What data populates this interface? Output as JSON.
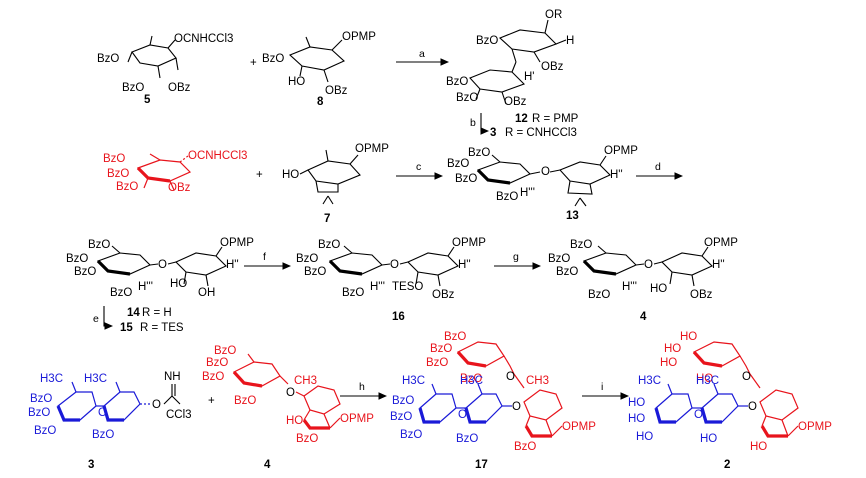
{
  "reactions": {
    "row1": {
      "plus": "+",
      "arrow_label": "a",
      "cmpd5": {
        "number": "5",
        "groups": [
          "OCNHCCl3",
          "BzO",
          "BzO",
          "OBz"
        ]
      },
      "cmpd8": {
        "number": "8",
        "groups": [
          "OPMP",
          "BzO",
          "HO",
          "OBz"
        ]
      },
      "cmpd12": {
        "groups": [
          "OR",
          "H",
          "BzO",
          "OBz",
          "H'",
          "BzO",
          "BzO",
          "OBz"
        ]
      },
      "step_b": {
        "label": "b",
        "line1_num": "12",
        "line1_text": "R = PMP",
        "line2_num": "3",
        "line2_text": "R = CNHCCl3"
      }
    },
    "row2": {
      "plus": "+",
      "arrow_c": "c",
      "arrow_d": "d",
      "red_donor": {
        "groups": [
          "BzO",
          "OCNHCCl3",
          "BzO",
          "BzO",
          "OBz"
        ]
      },
      "cmpd7": {
        "number": "7",
        "groups": [
          "OPMP",
          "HO"
        ]
      },
      "cmpd13": {
        "number": "13",
        "groups": [
          "BzO",
          "OPMP",
          "BzO",
          "O",
          "H''",
          "BzO",
          "BzO",
          "H'''"
        ]
      }
    },
    "row3": {
      "arrow_f": "f",
      "arrow_g": "g",
      "cmpd14": {
        "groups": [
          "BzO",
          "OPMP",
          "BzO",
          "O",
          "H''",
          "BzO",
          "HO",
          "BzO",
          "H'''",
          "OH"
        ]
      },
      "step_e": {
        "label": "e",
        "line1_num": "14",
        "line1_text": "R = H",
        "line2_num": "15",
        "line2_text": "R = TES"
      },
      "cmpd16": {
        "number": "16",
        "groups": [
          "BzO",
          "OPMP",
          "BzO",
          "O",
          "H''",
          "BzO",
          "BzO",
          "H'''",
          "TESO",
          "OBz"
        ]
      },
      "cmpd4": {
        "number": "4",
        "groups": [
          "BzO",
          "OPMP",
          "BzO",
          "O",
          "H''",
          "BzO",
          "BzO",
          "H'''",
          "HO",
          "OBz"
        ]
      }
    },
    "row4": {
      "plus": "+",
      "arrow_h": "h",
      "arrow_i": "i",
      "cmpd3": {
        "number": "3",
        "groups": [
          "H3C",
          "H3C",
          "NH",
          "BzO",
          "O",
          "BzO",
          "BzO",
          "BzO",
          "O",
          "CCl3"
        ]
      },
      "cmpd4b": {
        "number": "4",
        "groups": [
          "BzO",
          "BzO",
          "BzO",
          "BzO",
          "O",
          "CH3",
          "HO",
          "OPMP",
          "BzO"
        ]
      },
      "cmpd17": {
        "number": "17",
        "groups": [
          "BzO",
          "BzO",
          "BzO",
          "BzO",
          "O",
          "CH3",
          "H3C",
          "H3C",
          "BzO",
          "BzO",
          "BzO",
          "O",
          "O",
          "OPMP",
          "BzO",
          "BzO"
        ]
      },
      "cmpd2": {
        "number": "2",
        "groups": [
          "HO",
          "HO",
          "HO",
          "HO",
          "O",
          "H3C",
          "H3C",
          "HO",
          "HO",
          "HO",
          "O",
          "O",
          "OPMP",
          "HO",
          "HO"
        ]
      }
    }
  },
  "colors": {
    "donor": "#e8141c",
    "disaccharide": "#1a1ad8",
    "default": "#000000"
  }
}
